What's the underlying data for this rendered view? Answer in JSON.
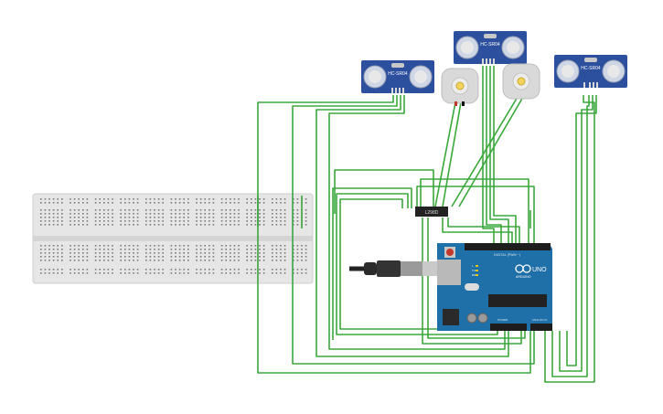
{
  "components": {
    "ultrasonic_sensor": {
      "model_label": "HC-SR04"
    },
    "motor_driver": {
      "label": "L298D"
    },
    "arduino": {
      "brand": "UNO",
      "subtitle": "ARDUINO",
      "digital_header": "DIGITAL (PWM ~)",
      "power_header": "POWER",
      "analog_header": "ANALOG IN",
      "tx_label": "TX",
      "rx_label": "RX",
      "l_label": "L"
    }
  },
  "colors": {
    "wire": "#3aa83a",
    "sensor_board": "#2c4f9e",
    "arduino_board": "#1f6fa8",
    "breadboard": "#e6e6e6",
    "motor_body": "#d9d9d9",
    "motor_hub": "#f4d35e"
  }
}
